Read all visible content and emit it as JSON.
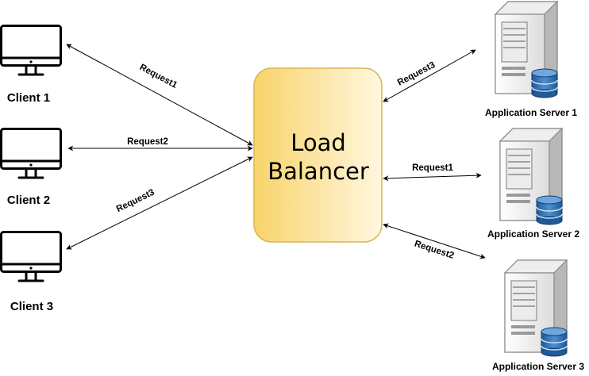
{
  "load_balancer": {
    "line1": "Load",
    "line2": "Balancer"
  },
  "clients": [
    {
      "label": "Client 1",
      "icon": "monitor-icon"
    },
    {
      "label": "Client 2",
      "icon": "monitor-icon"
    },
    {
      "label": "Client 3",
      "icon": "monitor-icon"
    }
  ],
  "servers": [
    {
      "label": "Application Server 1",
      "icon": "server-tower-icon"
    },
    {
      "label": "Application Server 2",
      "icon": "server-tower-icon"
    },
    {
      "label": "Application Server 3",
      "icon": "server-tower-icon"
    }
  ],
  "client_edges": [
    {
      "label": "Request1"
    },
    {
      "label": "Request2"
    },
    {
      "label": "Request3"
    }
  ],
  "server_edges": [
    {
      "label": "Request3"
    },
    {
      "label": "Request1"
    },
    {
      "label": "Request2"
    }
  ],
  "colors": {
    "lb_fill_left": "#F9D46B",
    "lb_fill_right": "#FFF7DF",
    "lb_stroke": "#D6B656",
    "database_blue": "#2B6CB0"
  }
}
